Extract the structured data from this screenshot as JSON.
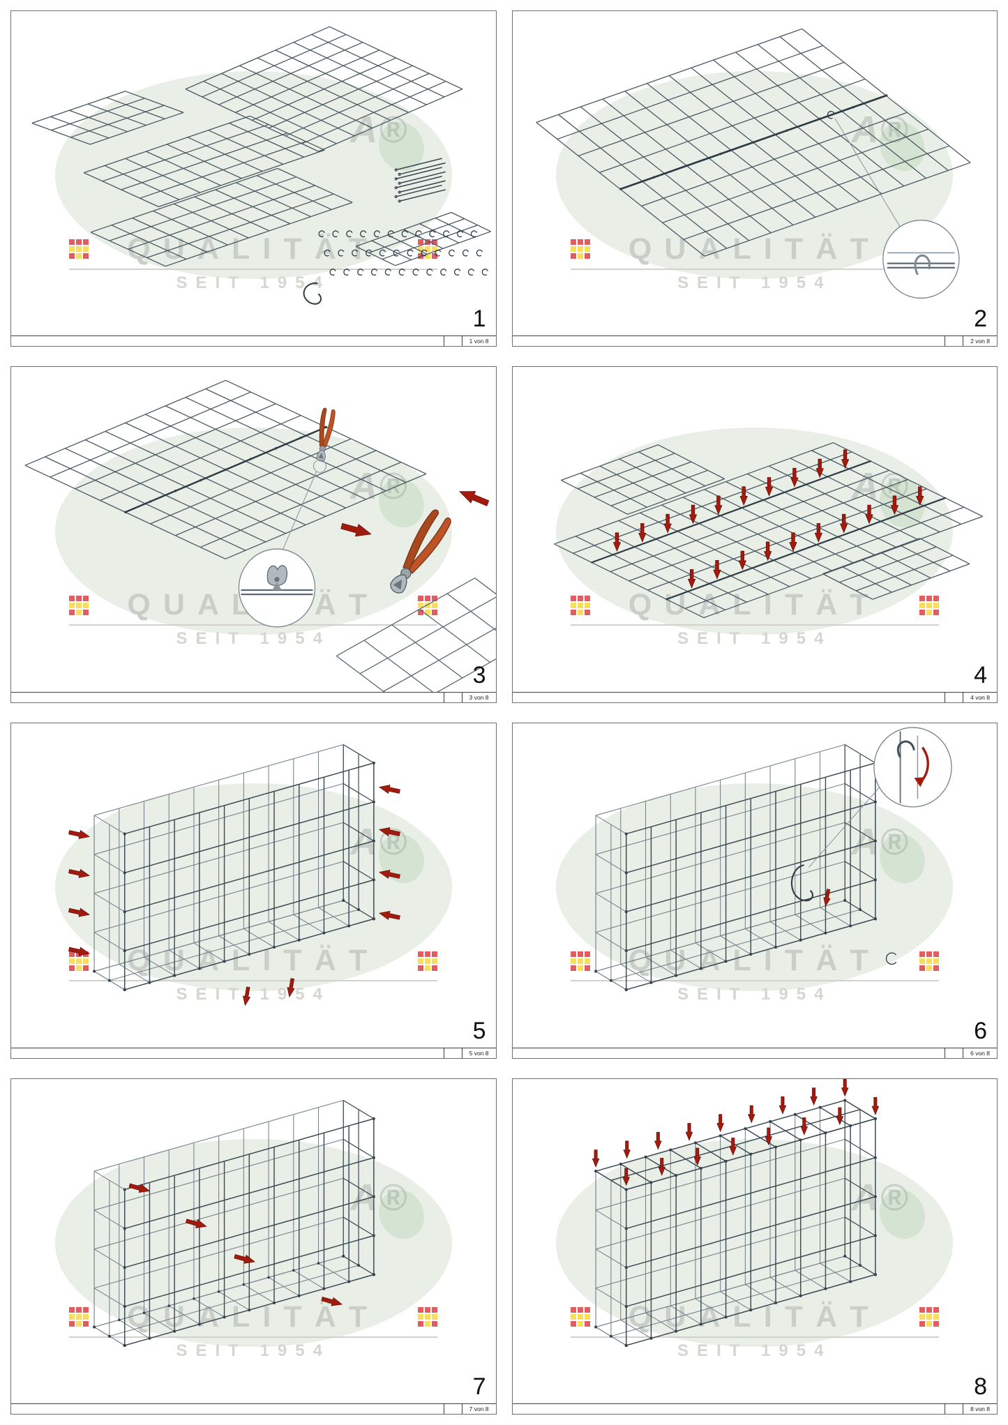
{
  "watermark": {
    "brand_word": "QUALITÄT",
    "brand_line2": "SEIT 1954",
    "brand_fragment": "A®",
    "logo_colors": [
      "#d71920",
      "#d71920",
      "#d71920",
      "#f7d117",
      "#f7d117",
      "#f7d117",
      "#d71920",
      "#f7d117",
      "#d71920"
    ]
  },
  "panels": [
    {
      "step": "1",
      "page_label": "1 von 8"
    },
    {
      "step": "2",
      "page_label": "2 von 8"
    },
    {
      "step": "3",
      "page_label": "3 von 8"
    },
    {
      "step": "4",
      "page_label": "4 von 8"
    },
    {
      "step": "5",
      "page_label": "5 von 8"
    },
    {
      "step": "6",
      "page_label": "6 von 8"
    },
    {
      "step": "7",
      "page_label": "7 von 8"
    },
    {
      "step": "8",
      "page_label": "8 von 8"
    }
  ]
}
